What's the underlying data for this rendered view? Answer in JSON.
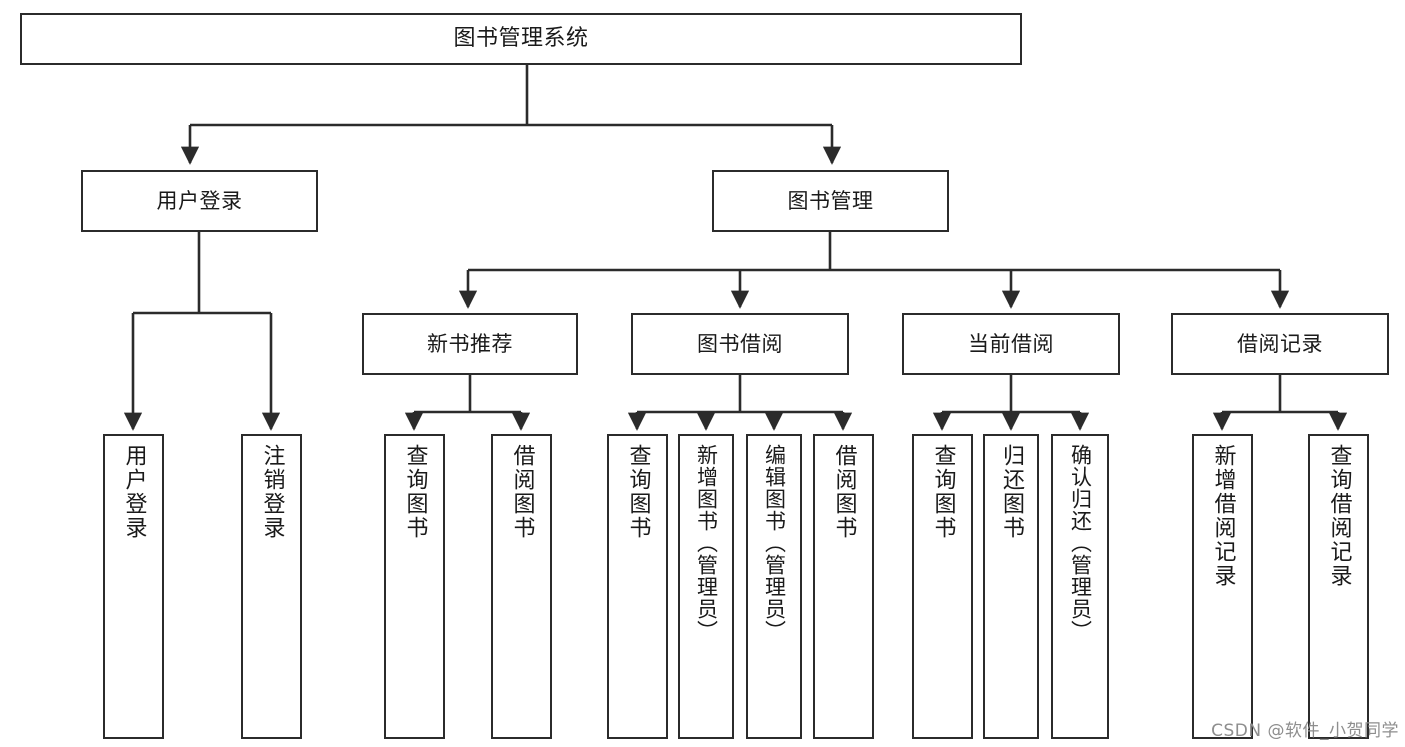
{
  "diagram": {
    "type": "tree-hierarchy-chart",
    "title": "图书管理系统",
    "colors": {
      "box_border": "#2b2b2b",
      "box_fill": "#ffffff",
      "connector": "#2b2b2b",
      "text": "#1a1a1a",
      "watermark": "#8e8e8e",
      "background": "#ffffff"
    },
    "levels": {
      "level1": [
        "图书管理系统"
      ],
      "level2": [
        "用户登录",
        "图书管理"
      ],
      "level3": [
        "新书推荐",
        "图书借阅",
        "当前借阅",
        "借阅记录"
      ],
      "level4": [
        "用户登录",
        "注销登录",
        "查询图书",
        "借阅图书",
        "查询图书",
        "新增图书（管理员）",
        "编辑图书（管理员）",
        "借阅图书",
        "查询图书",
        "归还图书",
        "确认归还（管理员）",
        "新增借阅记录",
        "查询借阅记录"
      ]
    },
    "nodes": {
      "root": {
        "label": "图书管理系统"
      },
      "user_login": {
        "label": "用户登录"
      },
      "book_mgmt": {
        "label": "图书管理"
      },
      "new_book_rec": {
        "label": "新书推荐"
      },
      "book_borrow": {
        "label": "图书借阅"
      },
      "current_borrow": {
        "label": "当前借阅"
      },
      "borrow_record": {
        "label": "借阅记录"
      },
      "leaf_user_login": {
        "label": "用户登录"
      },
      "leaf_logout": {
        "label": "注销登录"
      },
      "leaf_query_book_a": {
        "label": "查询图书"
      },
      "leaf_borrow_book_a": {
        "label": "借阅图书"
      },
      "leaf_query_book_b": {
        "label": "查询图书"
      },
      "leaf_add_book": {
        "label": "新增图书（管理员）"
      },
      "leaf_edit_book": {
        "label": "编辑图书（管理员）"
      },
      "leaf_borrow_book_b": {
        "label": "借阅图书"
      },
      "leaf_query_book_c": {
        "label": "查询图书"
      },
      "leaf_return_book": {
        "label": "归还图书"
      },
      "leaf_confirm_return": {
        "label": "确认归还（管理员）"
      },
      "leaf_add_record": {
        "label": "新增借阅记录"
      },
      "leaf_query_record": {
        "label": "查询借阅记录"
      }
    },
    "edges": [
      {
        "from": "root",
        "to": "user_login"
      },
      {
        "from": "root",
        "to": "book_mgmt"
      },
      {
        "from": "user_login",
        "to": "leaf_user_login"
      },
      {
        "from": "user_login",
        "to": "leaf_logout"
      },
      {
        "from": "book_mgmt",
        "to": "new_book_rec"
      },
      {
        "from": "book_mgmt",
        "to": "book_borrow"
      },
      {
        "from": "book_mgmt",
        "to": "current_borrow"
      },
      {
        "from": "book_mgmt",
        "to": "borrow_record"
      },
      {
        "from": "new_book_rec",
        "to": "leaf_query_book_a"
      },
      {
        "from": "new_book_rec",
        "to": "leaf_borrow_book_a"
      },
      {
        "from": "book_borrow",
        "to": "leaf_query_book_b"
      },
      {
        "from": "book_borrow",
        "to": "leaf_add_book"
      },
      {
        "from": "book_borrow",
        "to": "leaf_edit_book"
      },
      {
        "from": "book_borrow",
        "to": "leaf_borrow_book_b"
      },
      {
        "from": "current_borrow",
        "to": "leaf_query_book_c"
      },
      {
        "from": "current_borrow",
        "to": "leaf_return_book"
      },
      {
        "from": "current_borrow",
        "to": "leaf_confirm_return"
      },
      {
        "from": "borrow_record",
        "to": "leaf_add_record"
      },
      {
        "from": "borrow_record",
        "to": "leaf_query_record"
      }
    ]
  },
  "watermark": {
    "text": "CSDN @软件_小贺同学"
  }
}
